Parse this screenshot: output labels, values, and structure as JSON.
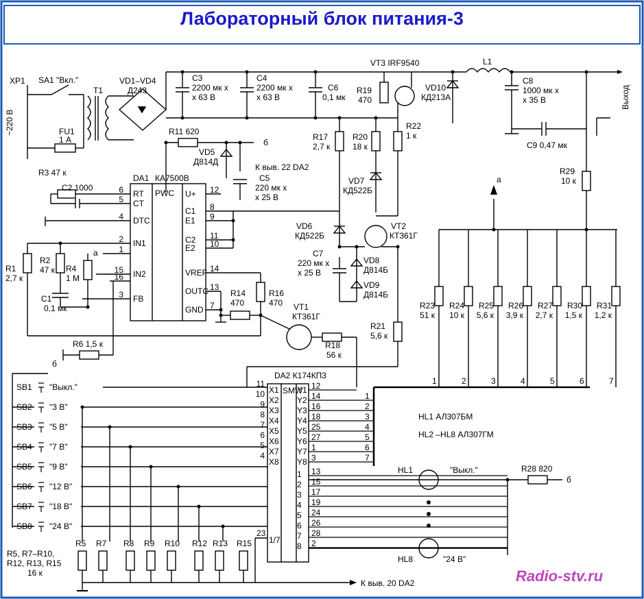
{
  "title": "Лабораторный блок питания-3",
  "watermark": "Radio-stv.ru",
  "colors": {
    "title": "#1a1ac8",
    "frame": "#1e5bb4",
    "watermark": "#c046c0",
    "wire": "#000000"
  },
  "labels": {
    "xp1": "ХР1",
    "sa1": "SA1 \"Вкл.\"",
    "v220": "~220 В",
    "t1": "Т1",
    "fu1": "FU1",
    "fu1v": "1 А",
    "vd14": "VD1–VD4",
    "vd14v": "Д243",
    "c3": "С3",
    "c3v1": "2200 мк х",
    "c3v2": "х 63 В",
    "c4": "С4",
    "c4v1": "2200 мк х",
    "c4v2": "х 63 В",
    "c6": "С6",
    "c6v": "0,1 мк",
    "vt3": "VT3 IRF9540",
    "r19": "R19",
    "r19v": "470",
    "vd10": "VD10",
    "vd10v": "КД213А",
    "l1": "L1",
    "c8": "С8",
    "c8v1": "1000 мк х",
    "c8v2": "х 35 В",
    "out": "Выход",
    "c9": "С9 0,47 мк",
    "r22": "R22",
    "r22v": "1 к",
    "r11": "R11 620",
    "vd5": "VD5",
    "vd5v": "Д814Д",
    "b1": "б",
    "k22": "К выв. 22 DA2",
    "c5": "С5",
    "c5v1": "220 мк х",
    "c5v2": "х 25 В",
    "r17": "R17",
    "r17v": "2,7 к",
    "r20": "R20",
    "r20v": "18 к",
    "vd7": "VD7",
    "vd7v": "КД522Б",
    "r29": "R29",
    "r29v": "10 к",
    "r3": "R3 47 к",
    "c2": "С2 1000",
    "da1": "DA1",
    "ka": "КА7500В",
    "pwc": "PWC",
    "vd6": "VD6",
    "vd6v": "КД522Б",
    "vt2": "VT2",
    "vt2v": "КТ361Г",
    "c7": "С7",
    "c7v1": "220 мк х",
    "c7v2": "х 25 В",
    "vd8": "VD8",
    "vd8v": "Д814Б",
    "vd9": "VD9",
    "vd9v": "Д814Б",
    "r1": "R1",
    "r1v": "2,7 к",
    "r2": "R2",
    "r2v": "47 к",
    "r4": "R4",
    "r4v": "1 М",
    "c1": "С1",
    "c1v": "0,1 мк",
    "r14": "R14",
    "r14v": "470",
    "r16": "R16",
    "r16v": "470",
    "vt1": "VT1",
    "vt1v": "КТ361Г",
    "r18": "R18",
    "r18v": "56 к",
    "r21": "R21",
    "r21v": "5,6 к",
    "r6": "R6 1,5 к",
    "da2": "DA2 К174КП3",
    "smw": "SMW",
    "a1": "а",
    "a2": "а",
    "b2": "б",
    "b3": "б",
    "hl1": "HL1",
    "hl1t": "HL1 АЛ307БМ",
    "hl2t": "HL2 –HL8 АЛ307ГМ",
    "hl8": "HL8",
    "r28": "R28 820",
    "k20": "К выв. 20 DA2",
    "off1": "\"Выкл.\"",
    "v24": "\"24 В\"",
    "rnote1": "R5, R7–R10,",
    "rnote2": "R12, R13, R15",
    "rnote3": "16 к",
    "pin17": "1/7"
  },
  "da1_pins_left": [
    {
      "num": "6",
      "name": "RT"
    },
    {
      "num": "5",
      "name": "CT"
    },
    {
      "num": "4",
      "name": "DTC"
    },
    {
      "num": "2",
      "name": "IN1"
    },
    {
      "num": "1",
      "name": ""
    },
    {
      "num": "15",
      "name": "IN2"
    },
    {
      "num": "16",
      "name": ""
    },
    {
      "num": "3",
      "name": "FB"
    }
  ],
  "da1_pins_right": [
    {
      "num": "12",
      "name": "U+"
    },
    {
      "num": "8",
      "name": "C1"
    },
    {
      "num": "9",
      "name": "E1"
    },
    {
      "num": "11",
      "name": "C2"
    },
    {
      "num": "10",
      "name": "E2"
    },
    {
      "num": "14",
      "name": "VREF"
    },
    {
      "num": "13",
      "name": "OUTC"
    },
    {
      "num": "7",
      "name": "GND"
    }
  ],
  "switches": [
    {
      "ref": "SB1",
      "label": "\"Выкл.\""
    },
    {
      "ref": "SB2",
      "label": "\"3 В\""
    },
    {
      "ref": "SB3",
      "label": "\"5 В\""
    },
    {
      "ref": "SB4",
      "label": "\"7 В\""
    },
    {
      "ref": "SB5",
      "label": "\"9 В\""
    },
    {
      "ref": "SB6",
      "label": "\"12 В\""
    },
    {
      "ref": "SB7",
      "label": "\"18 В\""
    },
    {
      "ref": "SB8",
      "label": "\"24 В\""
    }
  ],
  "da2_x_pins": [
    {
      "num": "11",
      "name": "X1"
    },
    {
      "num": "10",
      "name": "X2"
    },
    {
      "num": "9",
      "name": "X3"
    },
    {
      "num": "8",
      "name": "X4"
    },
    {
      "num": "7",
      "name": "X5"
    },
    {
      "num": "6",
      "name": "X6"
    },
    {
      "num": "5",
      "name": "X7"
    },
    {
      "num": "4",
      "name": "X8"
    }
  ],
  "da2_y_pins": [
    {
      "num": "12",
      "name": "Y1",
      "bus": ""
    },
    {
      "num": "14",
      "name": "Y2",
      "bus": "1"
    },
    {
      "num": "16",
      "name": "Y3",
      "bus": "2"
    },
    {
      "num": "18",
      "name": "Y4",
      "bus": "3"
    },
    {
      "num": "25",
      "name": "Y5",
      "bus": "4"
    },
    {
      "num": "27",
      "name": "Y6",
      "bus": "5"
    },
    {
      "num": "1",
      "name": "Y7",
      "bus": "6"
    },
    {
      "num": "3",
      "name": "Y8",
      "bus": "7"
    }
  ],
  "da2_low_pins": [
    {
      "num": "13",
      "bus": "1"
    },
    {
      "num": "15",
      "bus": "2"
    },
    {
      "num": "17",
      "bus": "3"
    },
    {
      "num": "19",
      "bus": "4"
    },
    {
      "num": "24",
      "bus": "5"
    },
    {
      "num": "26",
      "bus": "6"
    },
    {
      "num": "28",
      "bus": "7"
    },
    {
      "num": "2",
      "bus": "8"
    }
  ],
  "da2_pin23": "23",
  "divider_resistors": [
    {
      "ref": "R23",
      "value": "51 к",
      "bus": "1"
    },
    {
      "ref": "R24",
      "value": "10 к",
      "bus": "2"
    },
    {
      "ref": "R25",
      "value": "5,6 к",
      "bus": "3"
    },
    {
      "ref": "R26",
      "value": "3,9 к",
      "bus": "4"
    },
    {
      "ref": "R27",
      "value": "2,7 к",
      "bus": "5"
    },
    {
      "ref": "R30",
      "value": "1,5 к",
      "bus": "6"
    },
    {
      "ref": "R31",
      "value": "1,2 к",
      "bus": "7"
    }
  ],
  "bottom_resistors": [
    "R5",
    "R7",
    "R8",
    "R9",
    "R10",
    "R12",
    "R13",
    "R15"
  ]
}
